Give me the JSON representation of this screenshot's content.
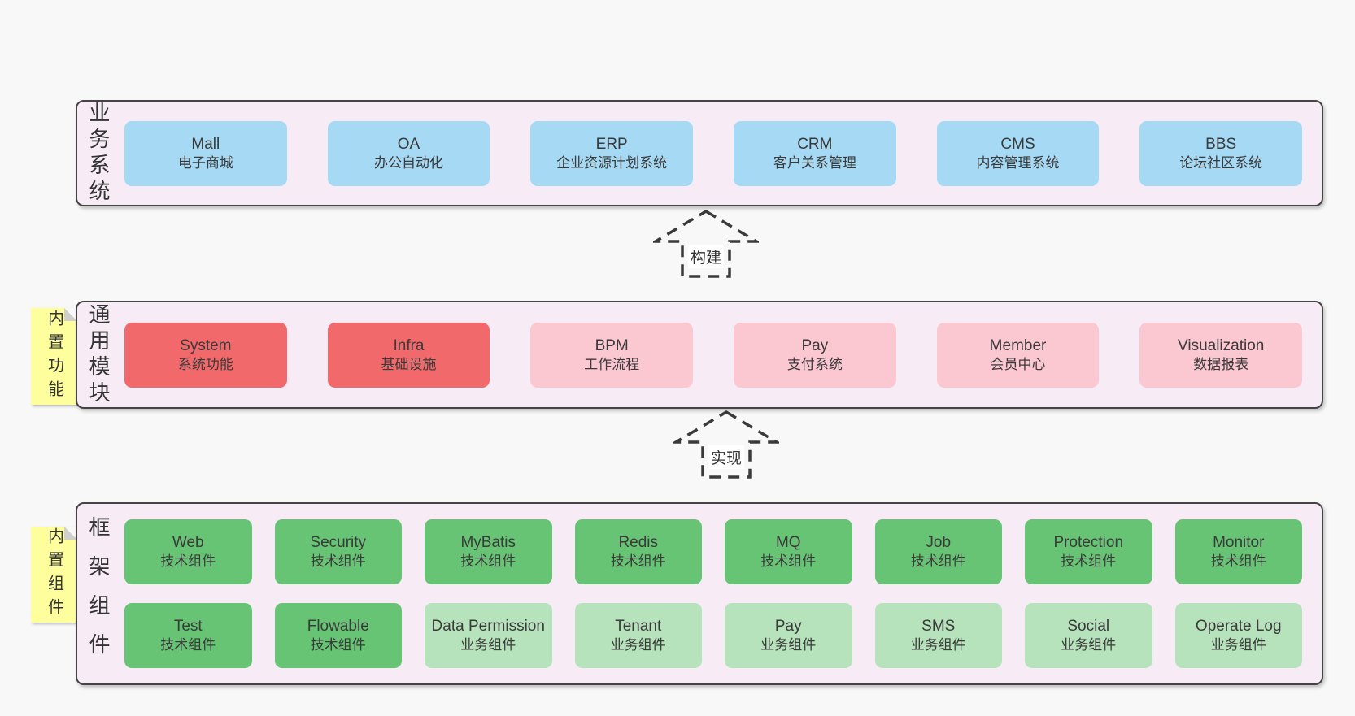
{
  "colors": {
    "page_bg": "#f8f8f8",
    "band_bg": "#f7ecf6",
    "band_border": "#444444",
    "blue": "#a6d9f4",
    "red": "#f2696c",
    "pink": "#fbc7d1",
    "green_dark": "#67c475",
    "green_light": "#b6e3bb",
    "note_bg": "#feff9c",
    "note_fold": "#cfcfcf",
    "text": "#3a3a3a",
    "arrow": "#3a3a3a"
  },
  "bands": [
    {
      "label": "业务系统",
      "boxes": [
        {
          "name": "Mall",
          "desc": "电子商城",
          "variant": "blue"
        },
        {
          "name": "OA",
          "desc": "办公自动化",
          "variant": "blue"
        },
        {
          "name": "ERP",
          "desc": "企业资源计划系统",
          "variant": "blue"
        },
        {
          "name": "CRM",
          "desc": "客户关系管理",
          "variant": "blue"
        },
        {
          "name": "CMS",
          "desc": "内容管理系统",
          "variant": "blue"
        },
        {
          "name": "BBS",
          "desc": "论坛社区系统",
          "variant": "blue"
        }
      ]
    },
    {
      "label": "通用模块",
      "note": "内置功能",
      "boxes": [
        {
          "name": "System",
          "desc": "系统功能",
          "variant": "red"
        },
        {
          "name": "Infra",
          "desc": "基础设施",
          "variant": "red"
        },
        {
          "name": "BPM",
          "desc": "工作流程",
          "variant": "pink"
        },
        {
          "name": "Pay",
          "desc": "支付系统",
          "variant": "pink"
        },
        {
          "name": "Member",
          "desc": "会员中心",
          "variant": "pink"
        },
        {
          "name": "Visualization",
          "desc": "数据报表",
          "variant": "pink"
        }
      ]
    },
    {
      "label": "框架组件",
      "note": "内置组件",
      "rows": [
        [
          {
            "name": "Web",
            "desc": "技术组件",
            "variant": "green-dark"
          },
          {
            "name": "Security",
            "desc": "技术组件",
            "variant": "green-dark"
          },
          {
            "name": "MyBatis",
            "desc": "技术组件",
            "variant": "green-dark"
          },
          {
            "name": "Redis",
            "desc": "技术组件",
            "variant": "green-dark"
          },
          {
            "name": "MQ",
            "desc": "技术组件",
            "variant": "green-dark"
          },
          {
            "name": "Job",
            "desc": "技术组件",
            "variant": "green-dark"
          },
          {
            "name": "Protection",
            "desc": "技术组件",
            "variant": "green-dark"
          },
          {
            "name": "Monitor",
            "desc": "技术组件",
            "variant": "green-dark"
          }
        ],
        [
          {
            "name": "Test",
            "desc": "技术组件",
            "variant": "green-dark"
          },
          {
            "name": "Flowable",
            "desc": "技术组件",
            "variant": "green-dark"
          },
          {
            "name": "Data Permission",
            "desc": "业务组件",
            "variant": "green-light"
          },
          {
            "name": "Tenant",
            "desc": "业务组件",
            "variant": "green-light"
          },
          {
            "name": "Pay",
            "desc": "业务组件",
            "variant": "green-light"
          },
          {
            "name": "SMS",
            "desc": "业务组件",
            "variant": "green-light"
          },
          {
            "name": "Social",
            "desc": "业务组件",
            "variant": "green-light"
          },
          {
            "name": "Operate Log",
            "desc": "业务组件",
            "variant": "green-light"
          }
        ]
      ]
    }
  ],
  "arrows": [
    {
      "label": "构建"
    },
    {
      "label": "实现"
    }
  ]
}
